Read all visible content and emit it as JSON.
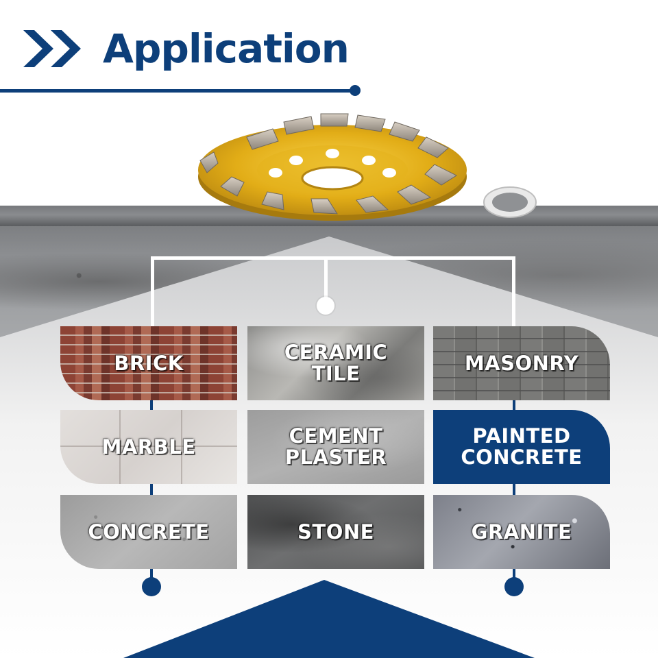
{
  "header": {
    "title": "Application",
    "icon": "double-chevron-icon"
  },
  "colors": {
    "brand_blue": "#0d3f7a",
    "disc_gold": "#e7b51c",
    "concrete_gray": "#8a8c8f",
    "label_white": "#ffffff"
  },
  "product": {
    "disc_icon": "diamond-cup-wheel",
    "washer_icon": "reducer-ring"
  },
  "materials": [
    {
      "label": "BRICK"
    },
    {
      "label": "CERAMIC TILE"
    },
    {
      "label": "MASONRY"
    },
    {
      "label": "MARBLE"
    },
    {
      "label": "CEMENT PLASTER"
    },
    {
      "label": "PAINTED CONCRETE"
    },
    {
      "label": "CONCRETE"
    },
    {
      "label": "STONE"
    },
    {
      "label": "GRANITE"
    }
  ]
}
